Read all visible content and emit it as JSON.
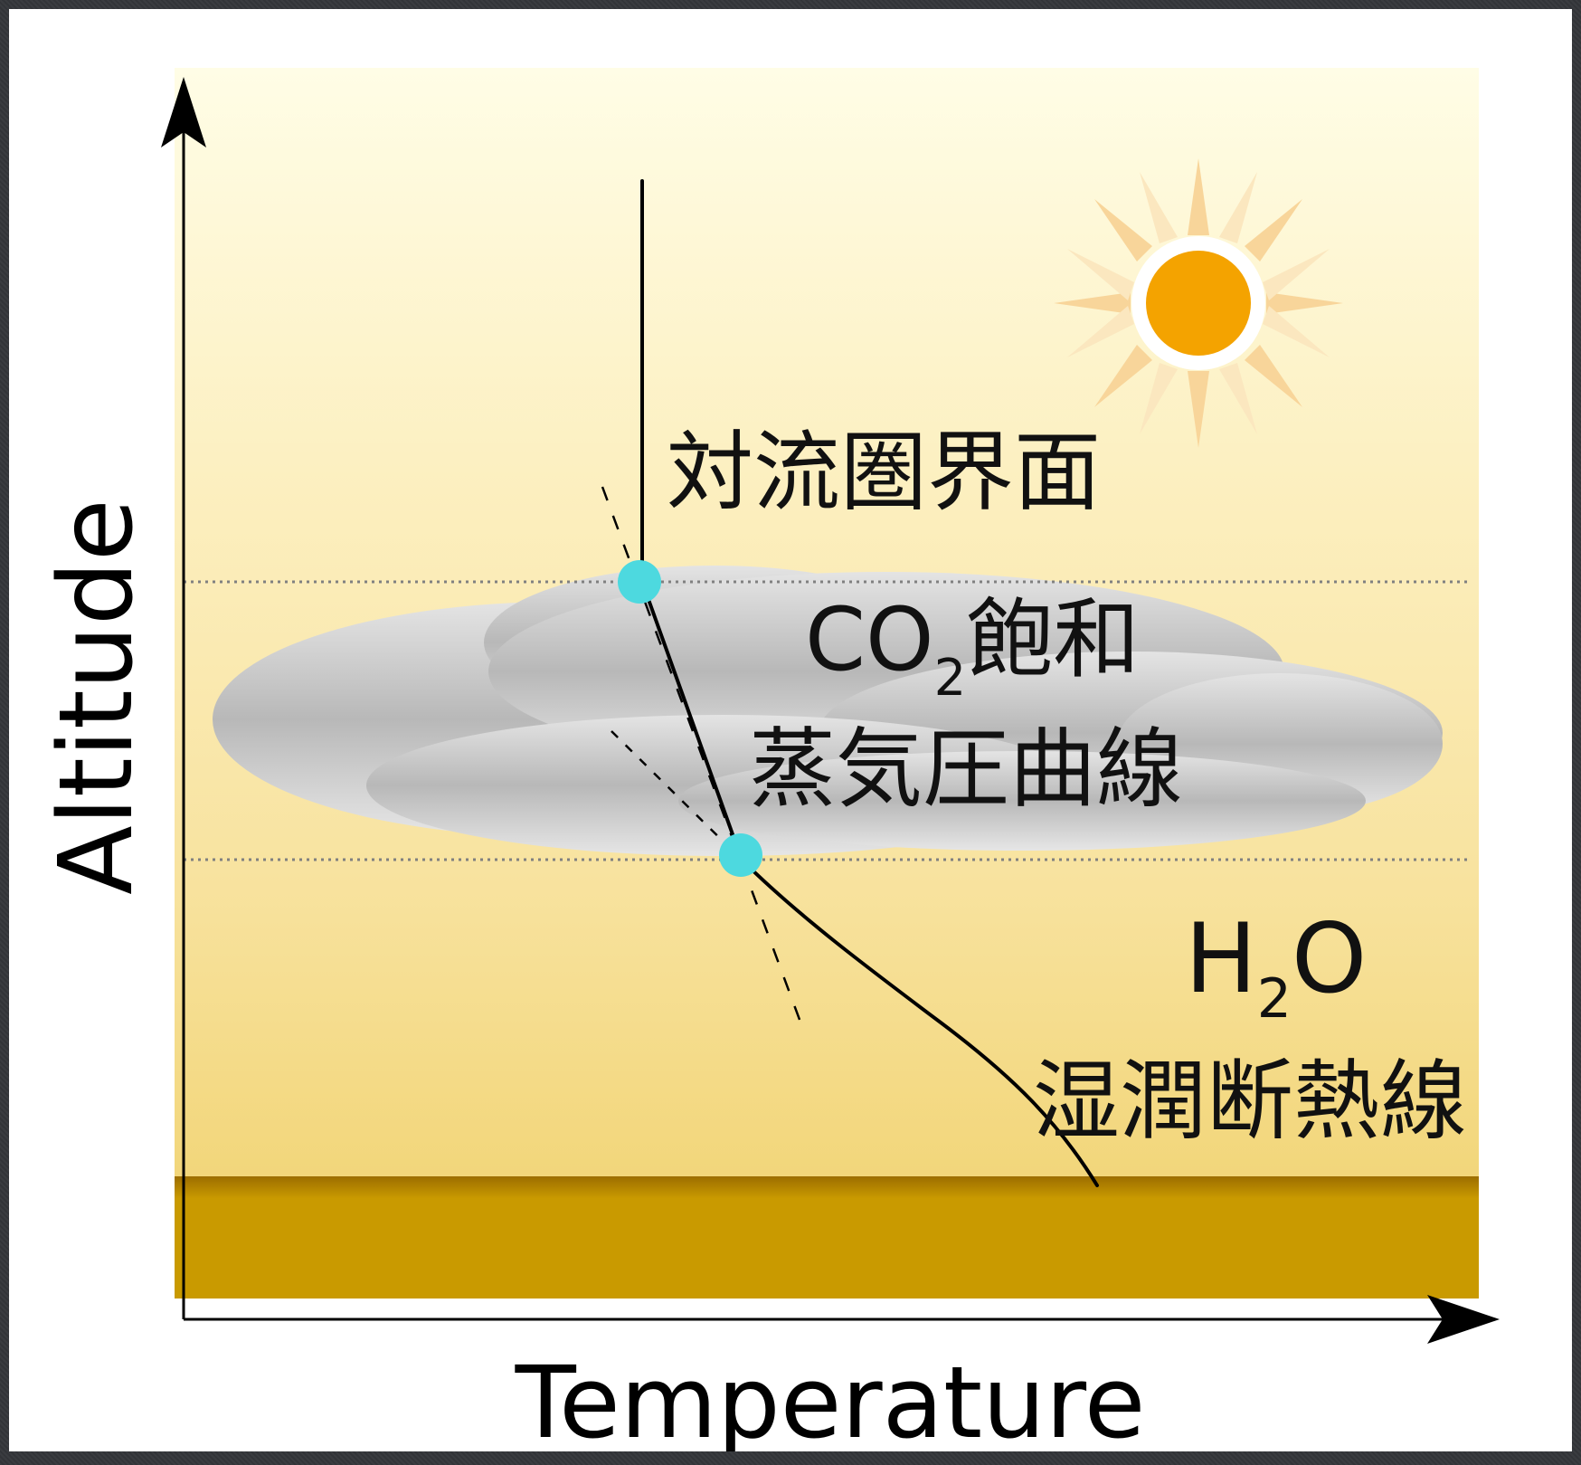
{
  "diagram": {
    "axes": {
      "x_label": "Temperature",
      "y_label": "Altitude"
    },
    "labels": {
      "tropopause": "対流圏界面",
      "co2_main": "CO",
      "co2_sub": "2",
      "co2_suffix": "飽和",
      "vapor_curve": "蒸気圧曲線",
      "h2o_main_h": "H",
      "h2o_sub": "2",
      "h2o_main_o": "O",
      "moist_adiabat": "湿潤断熱線"
    },
    "colors": {
      "marker": "#4dd9df",
      "ground": "#c99a00",
      "sun": "#f4a300",
      "sky_top": "#fffde3",
      "sky_bottom": "#f2d67a"
    },
    "icons": {
      "sun": "sun-icon",
      "cloud": "cloud-icon"
    }
  }
}
